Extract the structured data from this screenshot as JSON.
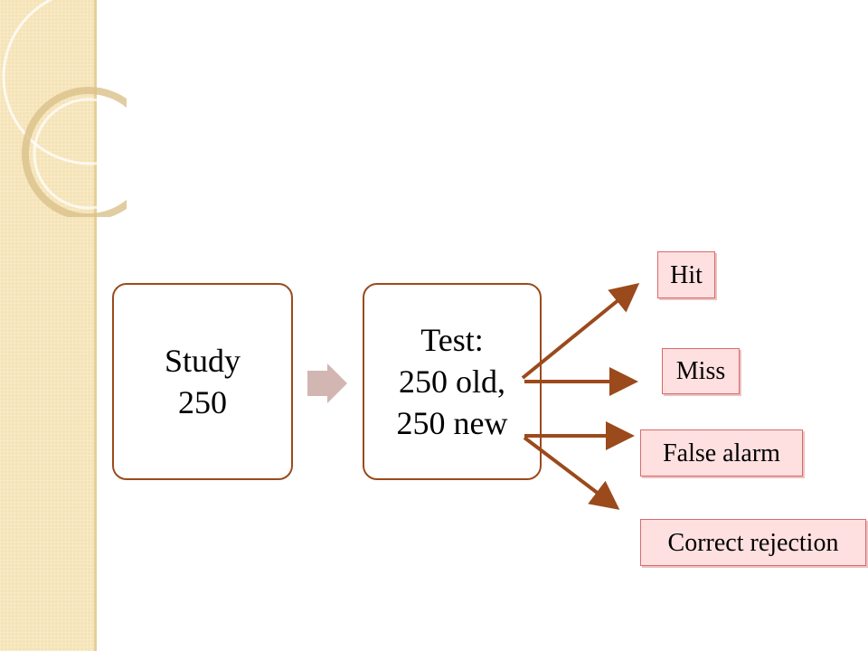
{
  "boxes": {
    "study": {
      "line1": "Study",
      "line2": "250"
    },
    "test": {
      "line1": "Test:",
      "line2": "250 old,",
      "line3": "250 new"
    }
  },
  "outcomes": {
    "hit": "Hit",
    "miss": "Miss",
    "false_alarm": "False alarm",
    "correct_rejection": "Correct rejection"
  },
  "colors": {
    "box_border": "#9b4a1c",
    "arrow": "#9b4a1c",
    "label_fill": "#ffe0e0",
    "label_border": "#d86a6a",
    "chevron": "#d2b6b2",
    "side_strip": "#f5e3b6"
  }
}
